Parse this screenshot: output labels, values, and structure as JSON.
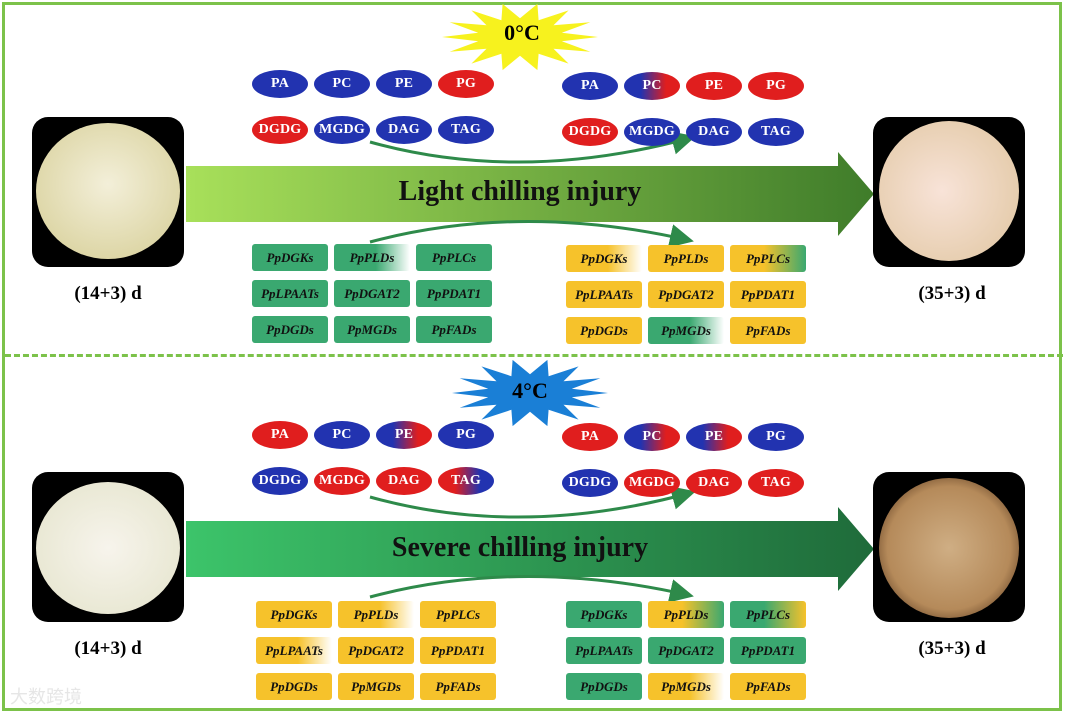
{
  "panels": [
    {
      "temperature": "0°C",
      "temp_star_color": "#f7f21e",
      "arrow_label": "Light chilling injury",
      "start_day": "(14+3) d",
      "end_day": "(35+3) d",
      "lipids_start": [
        {
          "label": "PA",
          "style": "blue"
        },
        {
          "label": "PC",
          "style": "blue"
        },
        {
          "label": "PE",
          "style": "blue"
        },
        {
          "label": "PG",
          "style": "red"
        },
        {
          "label": "DGDG",
          "style": "red"
        },
        {
          "label": "MGDG",
          "style": "blue"
        },
        {
          "label": "DAG",
          "style": "blue"
        },
        {
          "label": "TAG",
          "style": "blue"
        }
      ],
      "lipids_end": [
        {
          "label": "PA",
          "style": "blue"
        },
        {
          "label": "PC",
          "style": "mix-br"
        },
        {
          "label": "PE",
          "style": "red"
        },
        {
          "label": "PG",
          "style": "red"
        },
        {
          "label": "DGDG",
          "style": "red"
        },
        {
          "label": "MGDG",
          "style": "blue"
        },
        {
          "label": "DAG",
          "style": "blue"
        },
        {
          "label": "TAG",
          "style": "blue"
        }
      ],
      "genes_start": [
        {
          "label": "PpDGKs",
          "style": "green"
        },
        {
          "label": "PpPLDs",
          "style": "green-fade"
        },
        {
          "label": "PpPLCs",
          "style": "green"
        },
        {
          "label": "PpLPAATs",
          "style": "green"
        },
        {
          "label": "PpDGAT2",
          "style": "green"
        },
        {
          "label": "PpPDAT1",
          "style": "green"
        },
        {
          "label": "PpDGDs",
          "style": "green"
        },
        {
          "label": "PpMGDs",
          "style": "green"
        },
        {
          "label": "PpFADs",
          "style": "green"
        }
      ],
      "genes_end": [
        {
          "label": "PpDGKs",
          "style": "yellow-fade"
        },
        {
          "label": "PpPLDs",
          "style": "yellow"
        },
        {
          "label": "PpPLCs",
          "style": "yellow-green"
        },
        {
          "label": "PpLPAATs",
          "style": "yellow"
        },
        {
          "label": "PpDGAT2",
          "style": "yellow"
        },
        {
          "label": "PpPDAT1",
          "style": "yellow"
        },
        {
          "label": "PpDGDs",
          "style": "yellow"
        },
        {
          "label": "PpMGDs",
          "style": "green-fade"
        },
        {
          "label": "PpFADs",
          "style": "yellow"
        }
      ]
    },
    {
      "temperature": "4°C",
      "temp_star_color": "#1a7fd6",
      "arrow_label": "Severe chilling injury",
      "start_day": "(14+3) d",
      "end_day": "(35+3) d",
      "lipids_start": [
        {
          "label": "PA",
          "style": "red"
        },
        {
          "label": "PC",
          "style": "blue"
        },
        {
          "label": "PE",
          "style": "mix-br"
        },
        {
          "label": "PG",
          "style": "blue"
        },
        {
          "label": "DGDG",
          "style": "blue"
        },
        {
          "label": "MGDG",
          "style": "red"
        },
        {
          "label": "DAG",
          "style": "red"
        },
        {
          "label": "TAG",
          "style": "mix-rb"
        }
      ],
      "lipids_end": [
        {
          "label": "PA",
          "style": "red"
        },
        {
          "label": "PC",
          "style": "mix-br"
        },
        {
          "label": "PE",
          "style": "mix-br"
        },
        {
          "label": "PG",
          "style": "blue"
        },
        {
          "label": "DGDG",
          "style": "blue"
        },
        {
          "label": "MGDG",
          "style": "red"
        },
        {
          "label": "DAG",
          "style": "red"
        },
        {
          "label": "TAG",
          "style": "red"
        }
      ],
      "genes_start": [
        {
          "label": "PpDGKs",
          "style": "yellow"
        },
        {
          "label": "PpPLDs",
          "style": "yellow-fade"
        },
        {
          "label": "PpPLCs",
          "style": "yellow"
        },
        {
          "label": "PpLPAATs",
          "style": "yellow-fade"
        },
        {
          "label": "PpDGAT2",
          "style": "yellow"
        },
        {
          "label": "PpPDAT1",
          "style": "yellow"
        },
        {
          "label": "PpDGDs",
          "style": "yellow"
        },
        {
          "label": "PpMGDs",
          "style": "yellow"
        },
        {
          "label": "PpFADs",
          "style": "yellow"
        }
      ],
      "genes_end": [
        {
          "label": "PpDGKs",
          "style": "green"
        },
        {
          "label": "PpPLDs",
          "style": "yellow-green"
        },
        {
          "label": "PpPLCs",
          "style": "green-yellow"
        },
        {
          "label": "PpLPAATs",
          "style": "green"
        },
        {
          "label": "PpDGAT2",
          "style": "green"
        },
        {
          "label": "PpPDAT1",
          "style": "green"
        },
        {
          "label": "PpDGDs",
          "style": "green"
        },
        {
          "label": "PpMGDs",
          "style": "yellow-fade"
        },
        {
          "label": "PpFADs",
          "style": "yellow"
        }
      ]
    }
  ],
  "colors": {
    "frame_green": "#7cc24a",
    "lipid_blue": "#2233b0",
    "lipid_red": "#e01e1e",
    "gene_green": "#3aa870",
    "gene_yellow": "#f6c22b",
    "arrow_light": "#a8e05a",
    "arrow_dark": "#3f7c2a"
  },
  "watermark": "大数跨境"
}
